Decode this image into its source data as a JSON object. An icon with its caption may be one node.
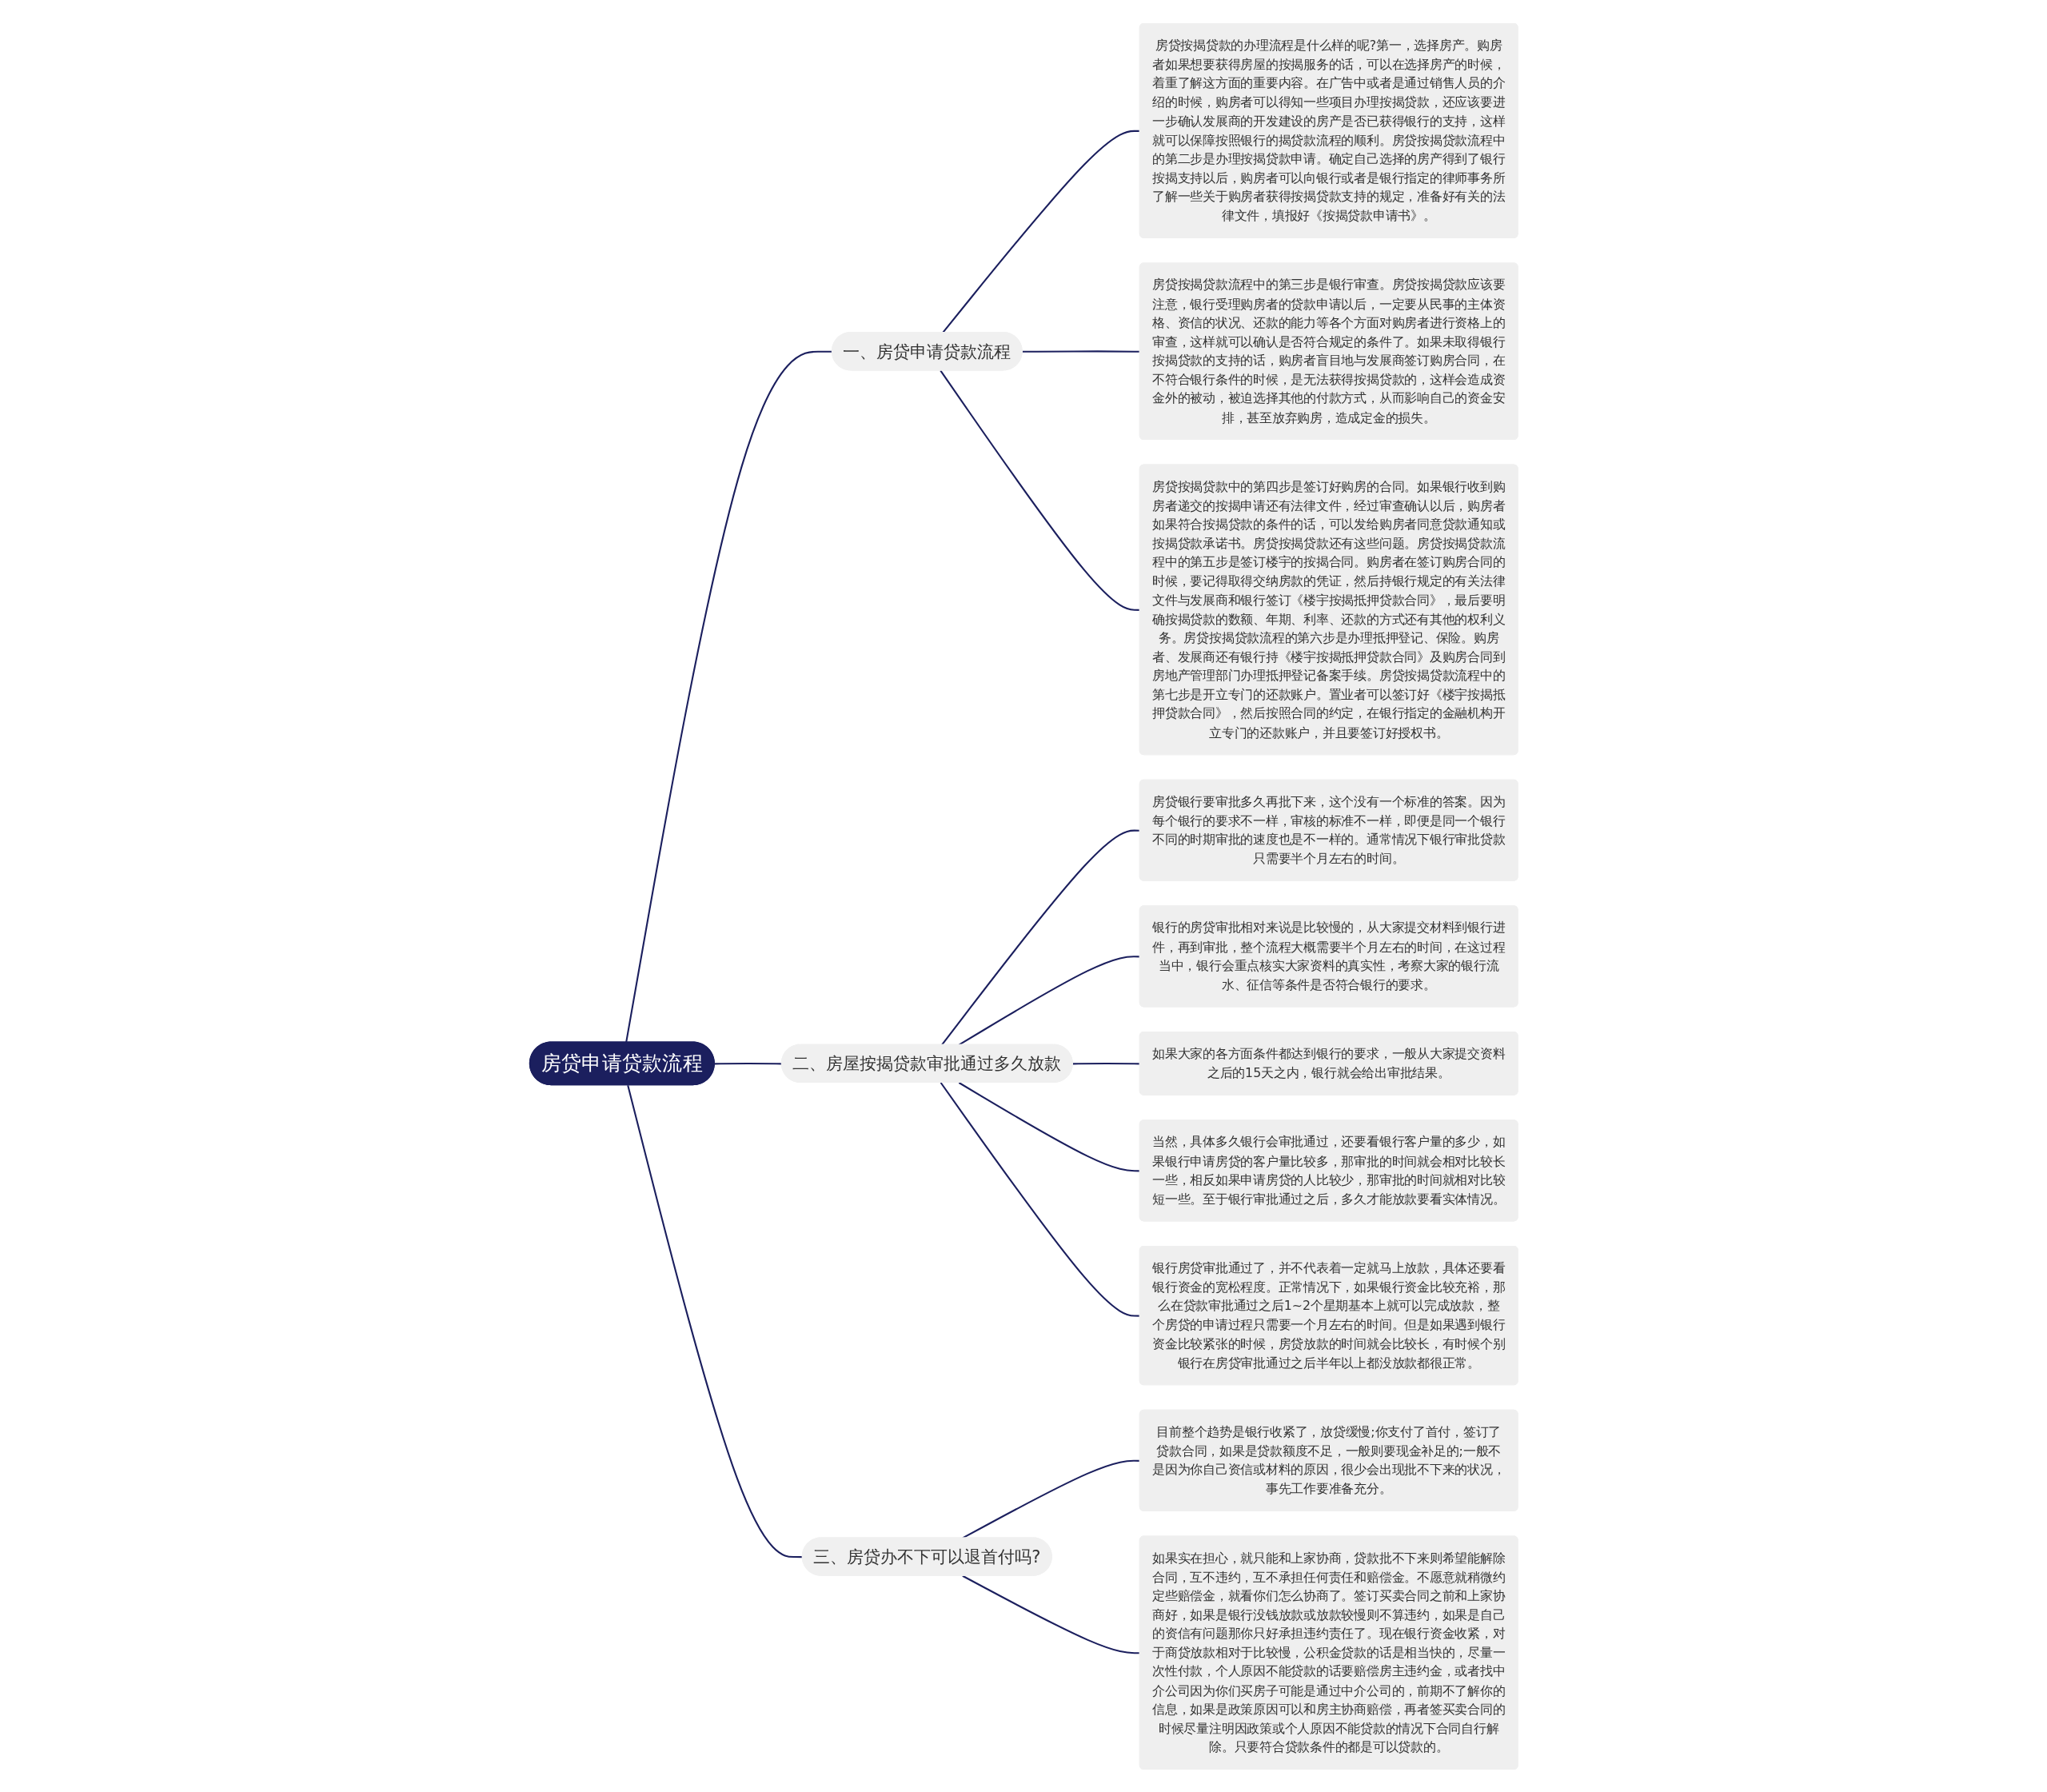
{
  "diagram": {
    "nodes": [
      {
        "text": [
          "房贷申请贷款流程"
        ]
      },
      {
        "text": [
          "一、房贷申请贷款流程"
        ]
      },
      {
        "text": [
          "房贷按揭贷款的办理流程是什么样的呢?第一，选择房产。购房者如果想要获得房屋的按揭服务的话，可以在选择房产的时候，着重了解这方面的重要内容。在广告中或者是通过销售人员的介绍的时候，购房者可以得知一些项目办理按揭贷款，还应该要进一步确认发展商的开发建设的房产是否已获得银行的支持，这样就可以保障按照银行的揭贷款流程的顺利。房贷按揭贷款流程中的第二步是办理按揭贷款申请。确定自己选择的房产得到了银行按揭支持以后，购房者可以向银行或者是银行指定的律师事务所了解一些关于购房者获得按揭贷款支持的规定，准备好有关的法律文件，填报好《按揭贷款申请书》。"
        ]
      },
      {
        "text": [
          "房贷按揭贷款流程中的第三步是银行审查。房贷按揭贷款应该要注意，银行受理购房者的贷款申请以后，一定要从民事的主体资格、资信的状况、还款的能力等各个方面对购房者进行资格上的审查，这样就可以确认是否符合规定的条件了。如果未取得银行按揭贷款的支持的话，购房者盲目地与发展商签订购房合同，在不符合银行条件的时候，是无法获得按揭贷款的，这样会造成资金外的被动，被迫选择其他的付款方式，从而影响自己的资金安排，甚至放弃购房，造成定金的损失。"
        ]
      },
      {
        "text": [
          "房贷按揭贷款中的第四步是签订好购房的合同。如果银行收到购房者递交的按揭申请还有法律文件，经过审查确认以后，购房者如果符合按揭贷款的条件的话，可以发给购房者同意贷款通知或按揭贷款承诺书。房贷按揭贷款还有这些问题。房贷按揭贷款流程中的第五步是签订楼宇的按揭合同。购房者在签订购房合同的时候，要记得取得交纳房款的凭证，然后持银行规定的有关法律文件与发展商和银行签订《楼宇按揭抵押贷款合同》，最后要明确按揭贷款的数额、年期、利率、还款的方式还有其他的权利义务。房贷按揭贷款流程的第六步是办理抵押登记、保险。购房者、发展商还有银行持《楼宇按揭抵押贷款合同》及购房合同到房地产管理部门办理抵押登记备案手续。房贷按揭贷款流程中的第七步是开立专门的还款账户。置业者可以签订好《楼宇按揭抵押贷款合同》，然后按照合同的约定，在银行指定的金融机构开立专门的还款账户，并且要签订好授权书。"
        ]
      },
      {
        "text": [
          "二、房屋按揭贷款审批通过多久放款"
        ]
      },
      {
        "text": [
          "房贷银行要审批多久再批下来，这个没有一个标准的答案。因为每个银行的要求不一样，审核的标准不一样，即便是同一个银行不同的时期审批的速度也是不一样的。通常情况下银行审批贷款只需要半个月左右的时间。"
        ]
      },
      {
        "text": [
          "银行的房贷审批相对来说是比较慢的，从大家提交材料到银行进件，再到审批，整个流程大概需要半个月左右的时间，在这过程当中，银行会重点核实大家资料的真实性，考察大家的银行流水、征信等条件是否符合银行的要求。"
        ]
      },
      {
        "text": [
          "如果大家的各方面条件都达到银行的要求，一般从大家提交资料之后的15天之内，银行就会给出审批结果。"
        ]
      },
      {
        "text": [
          "当然，具体多久银行会审批通过，还要看银行客户量的多少，如果银行申请房贷的客户量比较多，那审批的时间就会相对比较长一些，相反如果申请房贷的人比较少，那审批的时间就相对比较短一些。至于银行审批通过之后，多久才能放款要看实体情况。"
        ]
      },
      {
        "text": [
          "银行房贷审批通过了，并不代表着一定就马上放款，具体还要看银行资金的宽松程度。正常情况下，如果银行资金比较充裕，那么在贷款审批通过之后1~2个星期基本上就可以完成放款，整个房贷的申请过程只需要一个月左右的时间。但是如果遇到银行资金比较紧张的时候，房贷放款的时间就会比较长，有时候个别银行在房贷审批通过之后半年以上都没放款都很正常。"
        ]
      },
      {
        "text": [
          "三、房贷办不下可以退首付吗?"
        ]
      },
      {
        "text": [
          "目前整个趋势是银行收紧了，放贷缓慢;你支付了首付，签订了贷款合同，如果是贷款额度不足，一般则要现金补足的;一般不是因为你自己资信或材料的原因，很少会出现批不下来的状况，事先工作要准备充分。"
        ]
      },
      {
        "text": [
          "如果实在担心，就只能和上家协商，贷款批不下来则希望能解除合同，互不违约，互不承担任何责任和赔偿金。不愿意就稍微约定些赔偿金，就看你们怎么协商了。签订买卖合同之前和上家协商好，如果是银行没钱放款或放款较慢则不算违约，如果是自己的资信有问题那你只好承担违约责任了。现在银行资金收紧，对于商贷放款相对于比较慢，公积金贷款的话是相当快的，尽量一次性付款，个人原因不能贷款的话要赔偿房主违约金，或者找中介公司因为你们买房子可能是通过中介公司的，前期不了解你的信息，如果是政策原因可以和房主协商赔偿，再者签买卖合同的时候尽量注明因政策或个人原因不能贷款的情况下合同自行解除。只要符合贷款条件的都是可以贷款的。"
        ]
      }
    ],
    "edges": [
      {
        "from": 0,
        "to": 1,
        "arrow": "none"
      },
      {
        "from": 1,
        "to": 2,
        "arrow": "none"
      },
      {
        "from": 1,
        "to": 3,
        "arrow": "none"
      },
      {
        "from": 1,
        "to": 4,
        "arrow": "none"
      },
      {
        "from": 0,
        "to": 5,
        "arrow": "none"
      },
      {
        "from": 5,
        "to": 6,
        "arrow": "none"
      },
      {
        "from": 5,
        "to": 7,
        "arrow": "none"
      },
      {
        "from": 5,
        "to": 8,
        "arrow": "none"
      },
      {
        "from": 5,
        "to": 9,
        "arrow": "none"
      },
      {
        "from": 5,
        "to": 10,
        "arrow": "none"
      },
      {
        "from": 0,
        "to": 11,
        "arrow": "none"
      },
      {
        "from": 11,
        "to": 12,
        "arrow": "none"
      },
      {
        "from": 11,
        "to": 13,
        "arrow": "none"
      }
    ]
  }
}
